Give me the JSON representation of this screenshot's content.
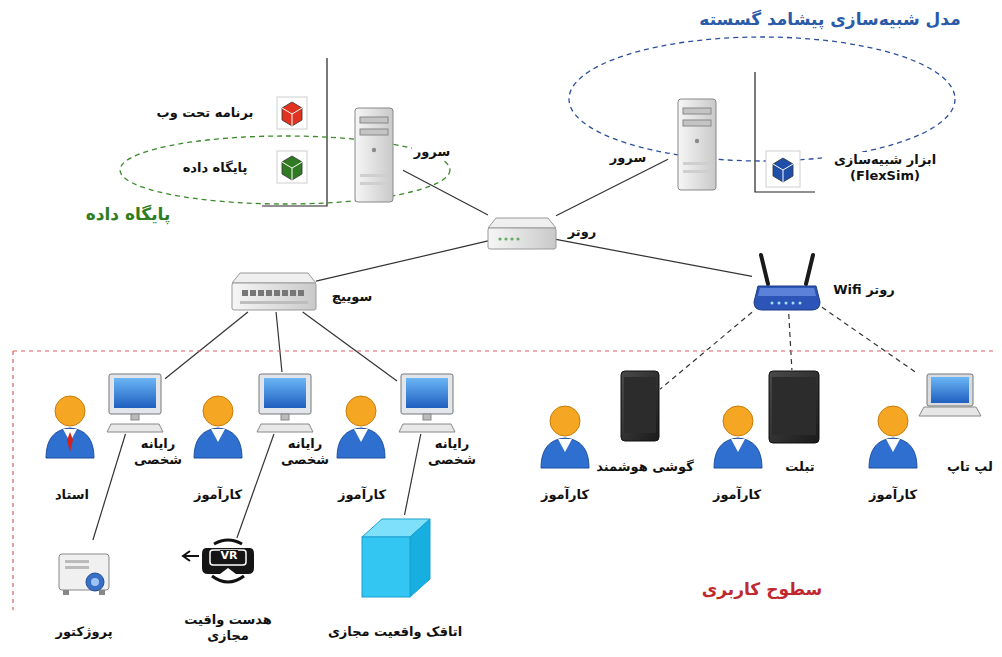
{
  "diagram": {
    "nodes": [
      {
        "text": [
          "مدل شبیه‌سازی پیشامد گسسته"
        ]
      },
      {
        "text": [
          "سرور"
        ],
        "in": 0
      },
      {
        "text": [
          "ابزار شبیه‌سازی (FlexSim)"
        ],
        "in": 0
      },
      {
        "text": [
          "پایگاه داده"
        ]
      },
      {
        "text": [
          "برنامه تحت وب"
        ]
      },
      {
        "text": [
          "پایگاه داده"
        ],
        "in": 3
      },
      {
        "text": [
          "سرور"
        ],
        "in": 3
      },
      {
        "text": [
          "روتر"
        ]
      },
      {
        "text": [
          "سوییچ"
        ]
      },
      {
        "text": [
          "روتر Wifi"
        ]
      },
      {
        "text": [
          "سطوح کاربری"
        ]
      },
      {
        "text": [
          "رایانه شخصی"
        ],
        "in": 10
      },
      {
        "text": [
          "رایانه شخصی"
        ],
        "in": 10
      },
      {
        "text": [
          "رایانه شخصی"
        ],
        "in": 10
      },
      {
        "text": [
          "استاد"
        ],
        "in": 10
      },
      {
        "text": [
          "کارآموز"
        ],
        "in": 10
      },
      {
        "text": [
          "کارآموز"
        ],
        "in": 10
      },
      {
        "text": [
          "گوشی هوشمند"
        ],
        "in": 10
      },
      {
        "text": [
          "تبلت"
        ],
        "in": 10
      },
      {
        "text": [
          "لپ تاپ"
        ],
        "in": 10
      },
      {
        "text": [
          "کارآموز"
        ],
        "in": 10
      },
      {
        "text": [
          "کارآموز"
        ],
        "in": 10
      },
      {
        "text": [
          "کارآموز"
        ],
        "in": 10
      },
      {
        "text": [
          "پروژکتور"
        ],
        "in": 10
      },
      {
        "text": [
          "هدست واقیت مجازی"
        ],
        "in": 10
      },
      {
        "text": [
          "اتاقک واقعیت مجازی"
        ],
        "in": 10
      }
    ],
    "edges": [
      {
        "from": 6,
        "to": 7,
        "arrow": "none"
      },
      {
        "from": 7,
        "to": 1,
        "arrow": "none"
      },
      {
        "from": 7,
        "to": 8,
        "arrow": "none"
      },
      {
        "from": 7,
        "to": 9,
        "arrow": "none"
      },
      {
        "from": 8,
        "to": 11,
        "arrow": "none"
      },
      {
        "from": 8,
        "to": 12,
        "arrow": "none"
      },
      {
        "from": 8,
        "to": 13,
        "arrow": "none"
      },
      {
        "from": 9,
        "to": 17,
        "arrow": "none"
      },
      {
        "from": 9,
        "to": 18,
        "arrow": "none"
      },
      {
        "from": 9,
        "to": 19,
        "arrow": "none"
      },
      {
        "from": 11,
        "to": 23,
        "arrow": "none"
      },
      {
        "from": 12,
        "to": 24,
        "arrow": "none"
      },
      {
        "from": 13,
        "to": 25,
        "arrow": "none"
      }
    ],
    "labels": [
      "VR"
    ]
  }
}
